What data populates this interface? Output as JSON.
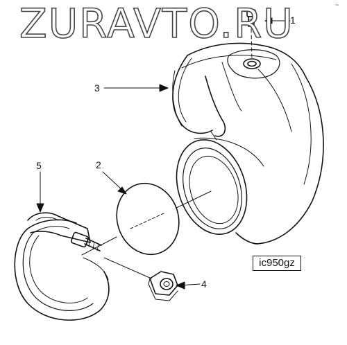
{
  "watermark": "ZURAVTO.RU",
  "callouts": {
    "c1": "1",
    "c2": "2",
    "c3": "3",
    "c4": "4",
    "c5": "5"
  },
  "figure_code": "ic950gz",
  "corner_mark": "~"
}
